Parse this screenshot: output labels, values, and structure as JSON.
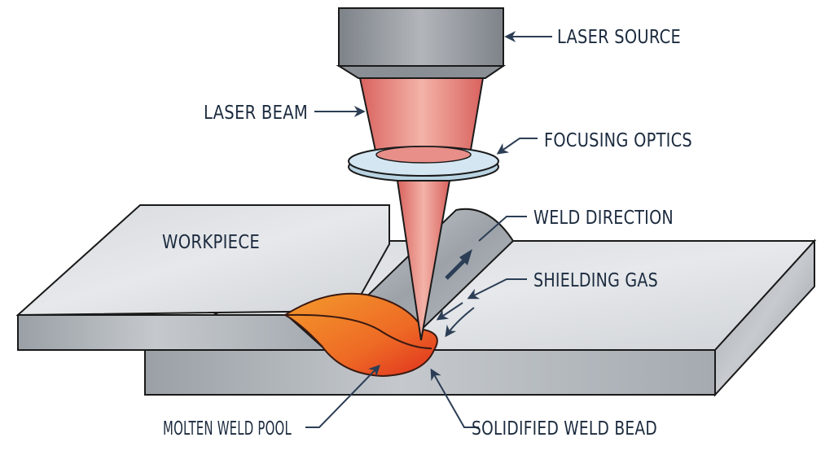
{
  "title": "Laser Welding Process Diagram",
  "labels": {
    "laser_source": "LASER SOURCE",
    "laser_beam": "LASER BEAM",
    "focusing_optics": "FOCUSING OPTICS",
    "workpiece": "WORKPIECE",
    "weld_direction": "WELD DIRECTION",
    "shielding_gas": "SHIELDING GAS",
    "molten_weld_pool": "MOLTEN WELD POOL",
    "solidified_weld_bead": "SOLIDIFIED WELD BEAD"
  },
  "colors": {
    "label_text": "#1c2b3f",
    "arrow": "#2c3e55",
    "metal_light": "#dfe2e5",
    "metal_mid": "#b9bec4",
    "metal_dark": "#8f959c",
    "beam": "#e88a86",
    "beam_light": "#f4b8ae",
    "lens": "#cfe3ef",
    "pool_orange": "#f08a2a",
    "pool_red": "#e23a22",
    "outline": "#1a1a1a"
  }
}
